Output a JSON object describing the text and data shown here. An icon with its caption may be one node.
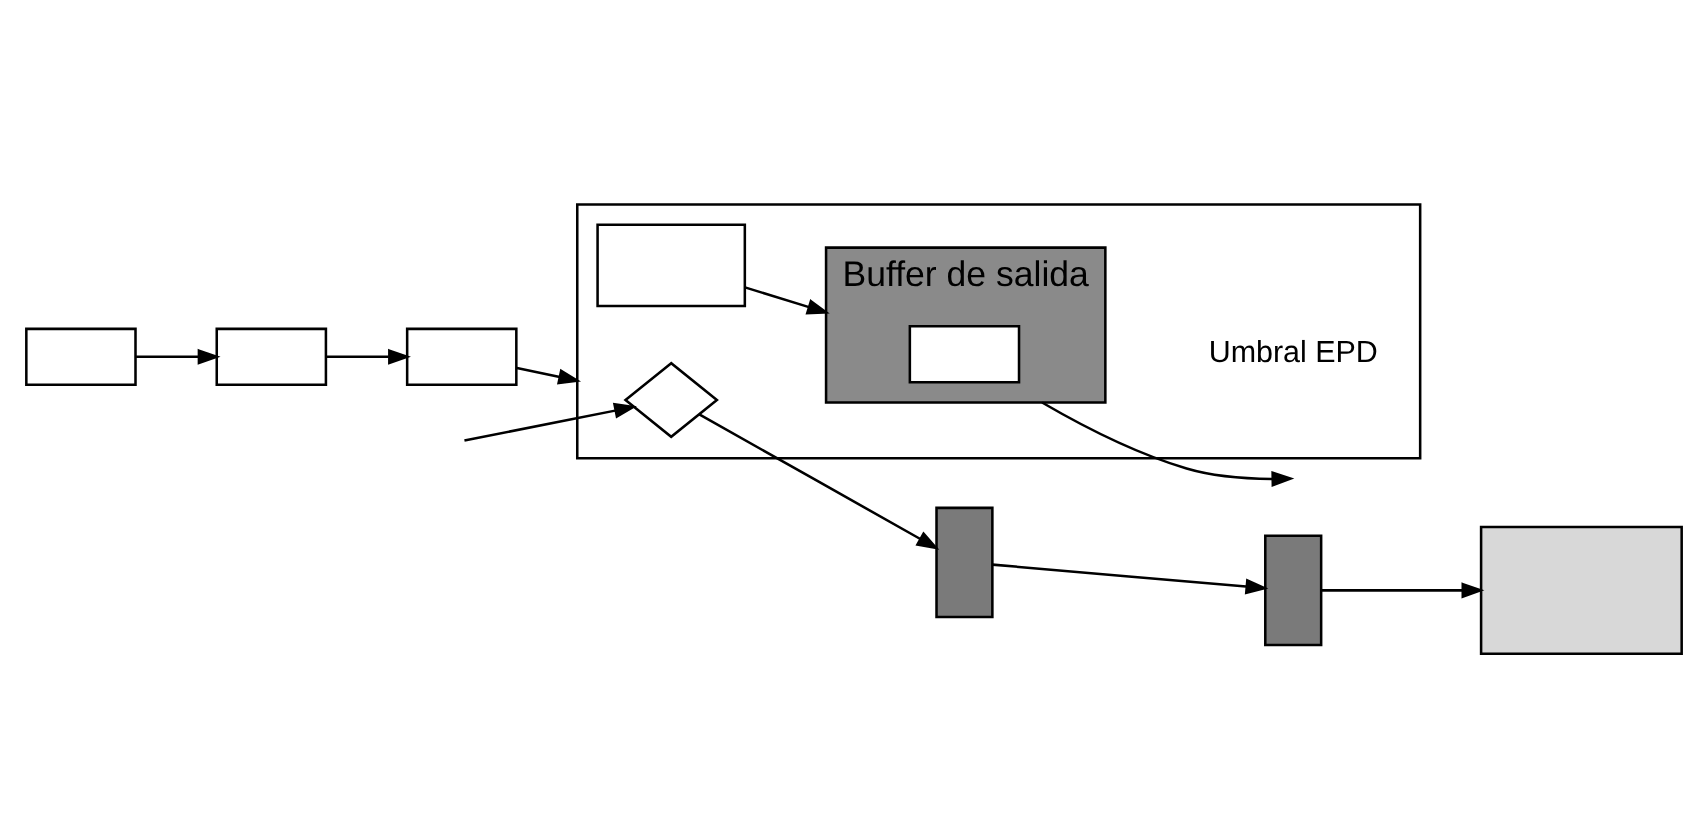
{
  "diagram": {
    "nodes": [
      {
        "text": [],
        "shape": "box"
      },
      {
        "text": [],
        "shape": "box"
      },
      {
        "text": [],
        "shape": "box"
      },
      {
        "text": [],
        "shape": "box"
      },
      {
        "text": [],
        "shape": "diamond",
        "in": 3
      },
      {
        "text": [],
        "shape": "box",
        "in": 3
      },
      {
        "text": [
          "Buffer de salida"
        ],
        "beside": [
          "Umbral EPD"
        ],
        "in": 3
      },
      {
        "text": [],
        "shape": "box",
        "in": 6
      },
      {
        "text": [],
        "shape": "box"
      },
      {
        "text": [],
        "shape": "box"
      },
      {
        "text": [],
        "shape": "box"
      }
    ],
    "edges": [
      {
        "from": 0,
        "to": 1,
        "arrow": "to"
      },
      {
        "from": 1,
        "to": 2,
        "arrow": "to"
      },
      {
        "from": 2,
        "to": 3,
        "arrow": "to"
      },
      {
        "from": null,
        "to": 4,
        "arrow": "to"
      },
      {
        "from": 5,
        "to": 6,
        "arrow": "to"
      },
      {
        "from": 6,
        "to": null,
        "arrow": "to"
      },
      {
        "from": 4,
        "to": 8,
        "arrow": "to"
      },
      {
        "from": 8,
        "to": 9,
        "arrow": "to"
      },
      {
        "from": 9,
        "to": 10,
        "arrow": "to"
      }
    ]
  }
}
